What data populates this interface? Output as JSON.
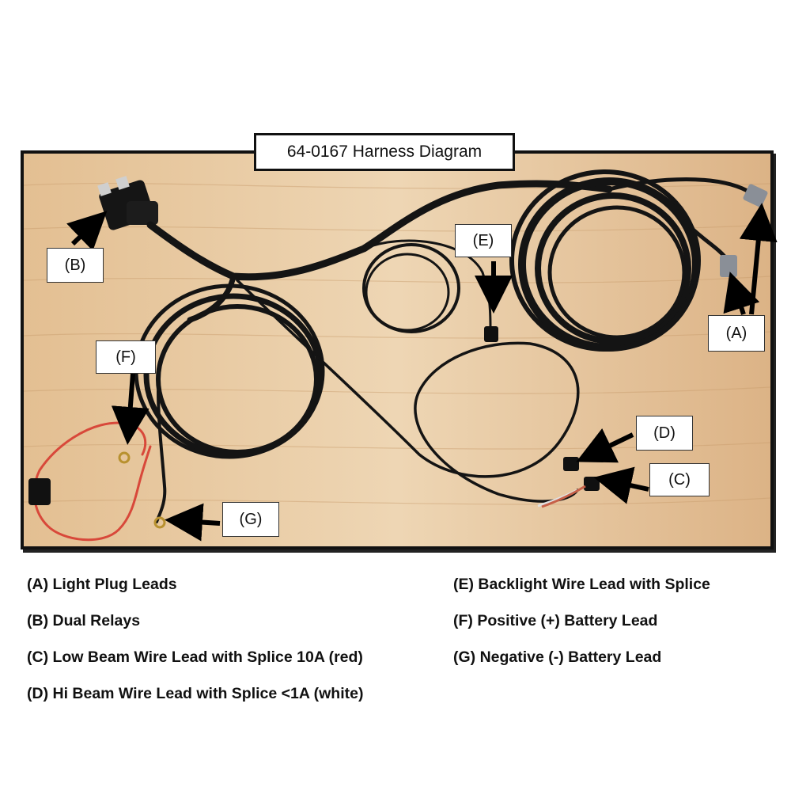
{
  "diagram": {
    "title": "64-0167 Harness Diagram",
    "callouts": [
      {
        "id": "A",
        "label": "(A)"
      },
      {
        "id": "B",
        "label": "(B)"
      },
      {
        "id": "C",
        "label": "(C)"
      },
      {
        "id": "D",
        "label": "(D)"
      },
      {
        "id": "E",
        "label": "(E)"
      },
      {
        "id": "F",
        "label": "(F)"
      },
      {
        "id": "G",
        "label": "(G)"
      }
    ],
    "legend_left": [
      "(A) Light Plug Leads",
      "(B) Dual Relays",
      "(C) Low Beam Wire Lead with Splice 10A (red)",
      "(D) Hi Beam Wire Lead with Splice <1A (white)"
    ],
    "legend_right": [
      "(E) Backlight Wire Lead with Splice",
      "(F) Positive (+) Battery Lead",
      "(G) Negative (-) Battery Lead"
    ],
    "colors": {
      "wood": "#e7c9a0",
      "wire": "#141414",
      "red_wire": "#d8483a",
      "frame": "#111111"
    }
  }
}
